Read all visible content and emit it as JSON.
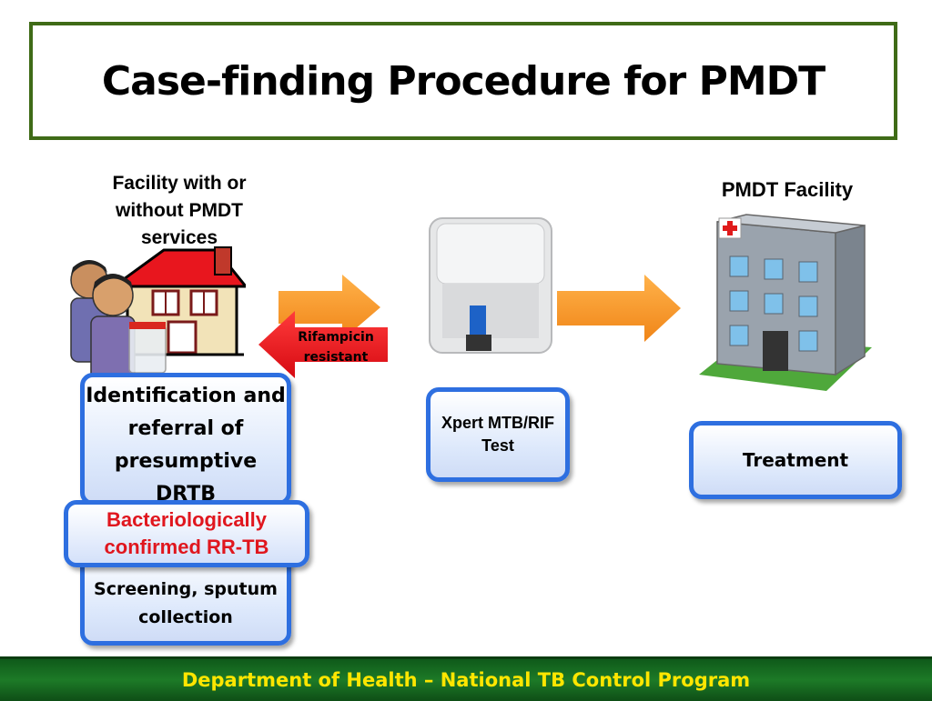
{
  "title": "Case-finding Procedure for PMDT",
  "labels": {
    "facility_left": "Facility with or without PMDT services",
    "facility_right": "PMDT Facility",
    "rifampicin": "Rifampicin resistant"
  },
  "boxes": {
    "identification": "Identification and referral of presumptive DRTB",
    "screening": "Screening, sputum collection",
    "confirmed": "Bacteriologically confirmed RR-TB",
    "xpert": "Xpert MTB/RIF Test",
    "treatment": "Treatment"
  },
  "footer": "Department of Health – National TB Control Program",
  "colors": {
    "title_border": "#3f6b17",
    "box_border": "#2e6fe0",
    "confirmed_text": "#e0161e",
    "footer_bg": "#1d7a27",
    "footer_text": "#ffe600",
    "orange_arrow": "#f7941d",
    "red_arrow": "#e8101a"
  }
}
